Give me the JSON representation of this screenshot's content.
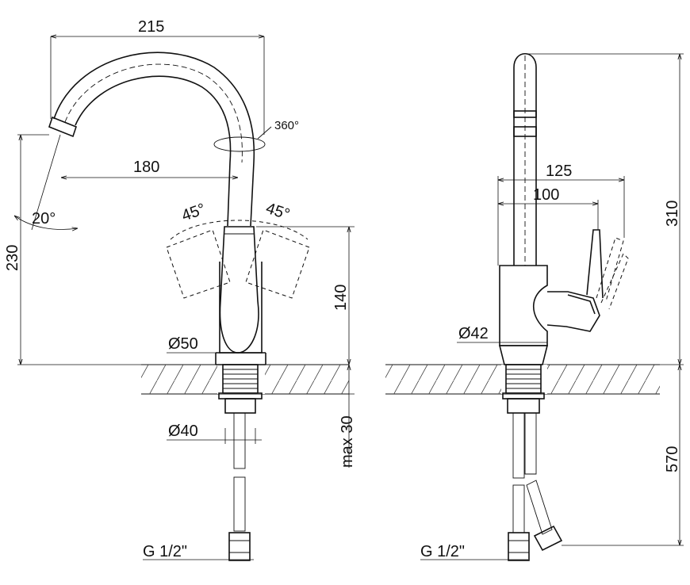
{
  "labels": {
    "width_215": "215",
    "rotation_360": "360°",
    "reach_180": "180",
    "angle_20": "20°",
    "angle_45_left": "45°",
    "angle_45_right": "45°",
    "height_230": "230",
    "height_140": "140",
    "diameter_50": "Ø50",
    "diameter_40": "Ø40",
    "max_30": "max 30",
    "thread_left": "G 1/2\"",
    "width_125": "125",
    "width_100": "100",
    "height_310": "310",
    "diameter_42": "Ø42",
    "hose_570": "570",
    "thread_right": "G 1/2\""
  }
}
